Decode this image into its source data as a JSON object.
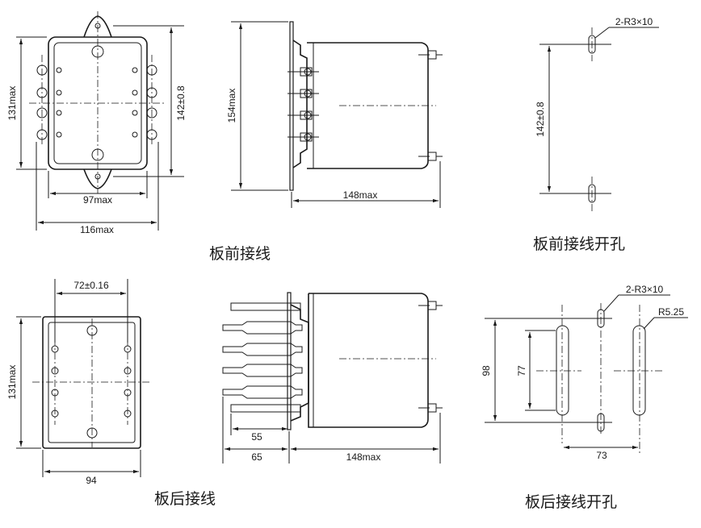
{
  "labels": {
    "front_wiring": "板前接线",
    "front_cutout": "板前接线开孔",
    "rear_wiring": "板后接线",
    "rear_cutout": "板后接线开孔"
  },
  "dimensions": {
    "fw_height": "131max",
    "fw_hole_pitch": "142±0.8",
    "fw_inner_width": "97max",
    "fw_outer_width": "116max",
    "fw_side_height": "154max",
    "fw_depth": "148max",
    "fc_slots": "2-R3×10",
    "fc_pitch": "142±0.8",
    "rw_top_width": "72±0.16",
    "rw_height": "131max",
    "rw_width": "94",
    "rw_stud_55": "55",
    "rw_stud_65": "65",
    "rw_depth": "148max",
    "rc_slots": "2-R3×10",
    "rc_radius": "R5.25",
    "rc_height_98": "98",
    "rc_height_77": "77",
    "rc_width_73": "73"
  }
}
